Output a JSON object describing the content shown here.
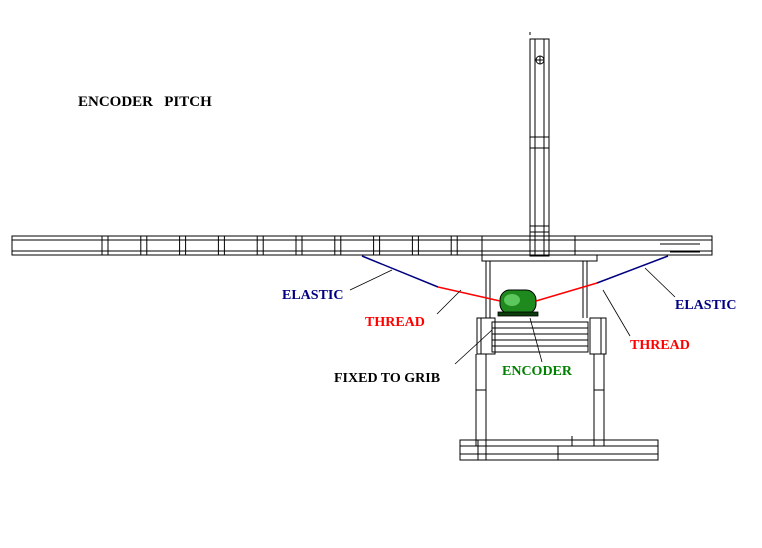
{
  "title": "ENCODER   PITCH",
  "labels": {
    "elastic_left": "ELASTIC",
    "thread_left": "THREAD",
    "fixed_to_grib": "FIXED TO GRIB",
    "encoder": "ENCODER",
    "thread_right": "THREAD",
    "elastic_right": "ELASTIC"
  },
  "colors": {
    "line": "#000000",
    "elastic": "#000080",
    "thread": "#ff0000",
    "encoder_text": "#008000",
    "encoder_body": "#1e8a1e"
  },
  "beam_slot_count": 10
}
